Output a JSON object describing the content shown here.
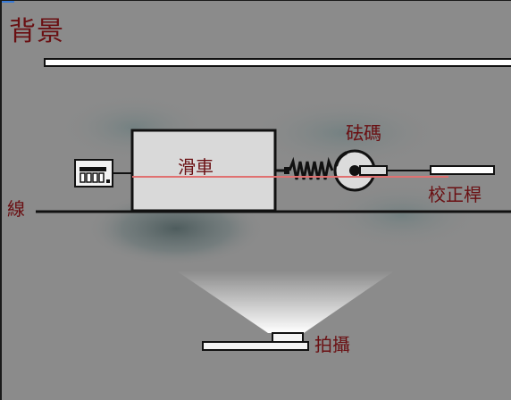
{
  "labels": {
    "background": "背景",
    "cart": "滑車",
    "weight": "砝碼",
    "calibration_rod": "校正桿",
    "line": "線",
    "camera": "拍攝"
  },
  "colors": {
    "background": "#8b8b8b",
    "label_text": "#6a0f12",
    "laser_line": "#e07070",
    "outline": "#111111",
    "cart_fill": "#d9d9d9"
  },
  "icons": [
    "display-icon",
    "spring-icon",
    "pulley-icon",
    "camera-icon"
  ]
}
